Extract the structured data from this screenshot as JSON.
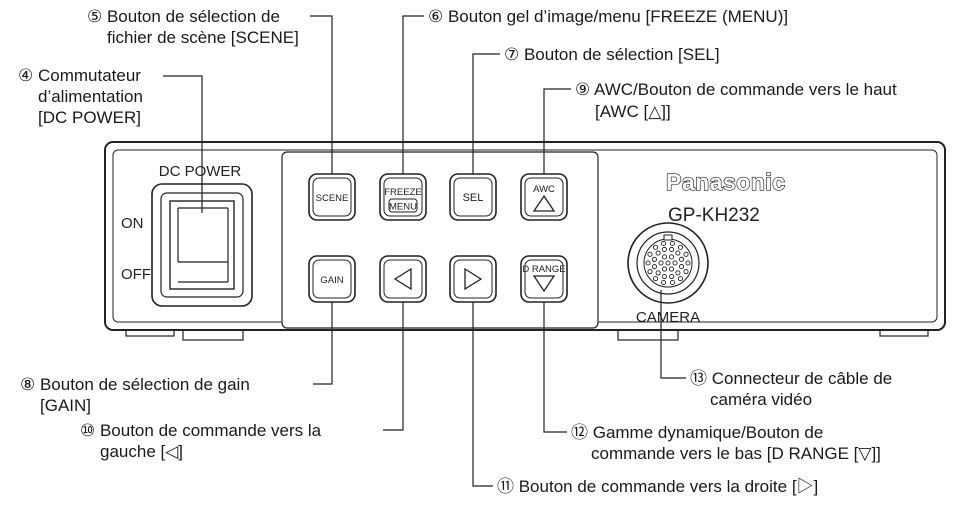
{
  "callouts": {
    "c4": [
      "④ Commutateur",
      "d’alimentation",
      "[DC POWER]"
    ],
    "c5": [
      "⑤ Bouton de sélection de",
      "fichier de scène [SCENE]"
    ],
    "c6": [
      "⑥ Bouton gel d’image/menu [FREEZE (MENU)]"
    ],
    "c7": [
      "⑦ Bouton de sélection [SEL]"
    ],
    "c9": [
      "⑨ AWC/Bouton de commande vers le haut",
      "[AWC [△]]"
    ],
    "c8": [
      "⑧ Bouton de sélection de gain",
      "[GAIN]"
    ],
    "c10": [
      "⑩ Bouton de commande vers la",
      "gauche [◁]"
    ],
    "c11": [
      "⑪ Bouton de commande vers la droite [▷]"
    ],
    "c12": [
      "⑫ Gamme dynamique/Bouton de",
      "commande vers le bas [D RANGE [▽]]"
    ],
    "c13": [
      "⑬ Connecteur de câble de",
      "caméra vidéo"
    ]
  },
  "panel": {
    "dc_power": "DC POWER",
    "on": "ON",
    "off": "OFF",
    "brand": "Panasonic",
    "model": "GP-KH232",
    "camera": "CAMERA"
  },
  "buttons": {
    "scene": "SCENE",
    "freeze": "FREEZE",
    "menu": "MENU",
    "sel": "SEL",
    "awc": "AWC",
    "gain": "GAIN",
    "drange": "D RANGE"
  }
}
